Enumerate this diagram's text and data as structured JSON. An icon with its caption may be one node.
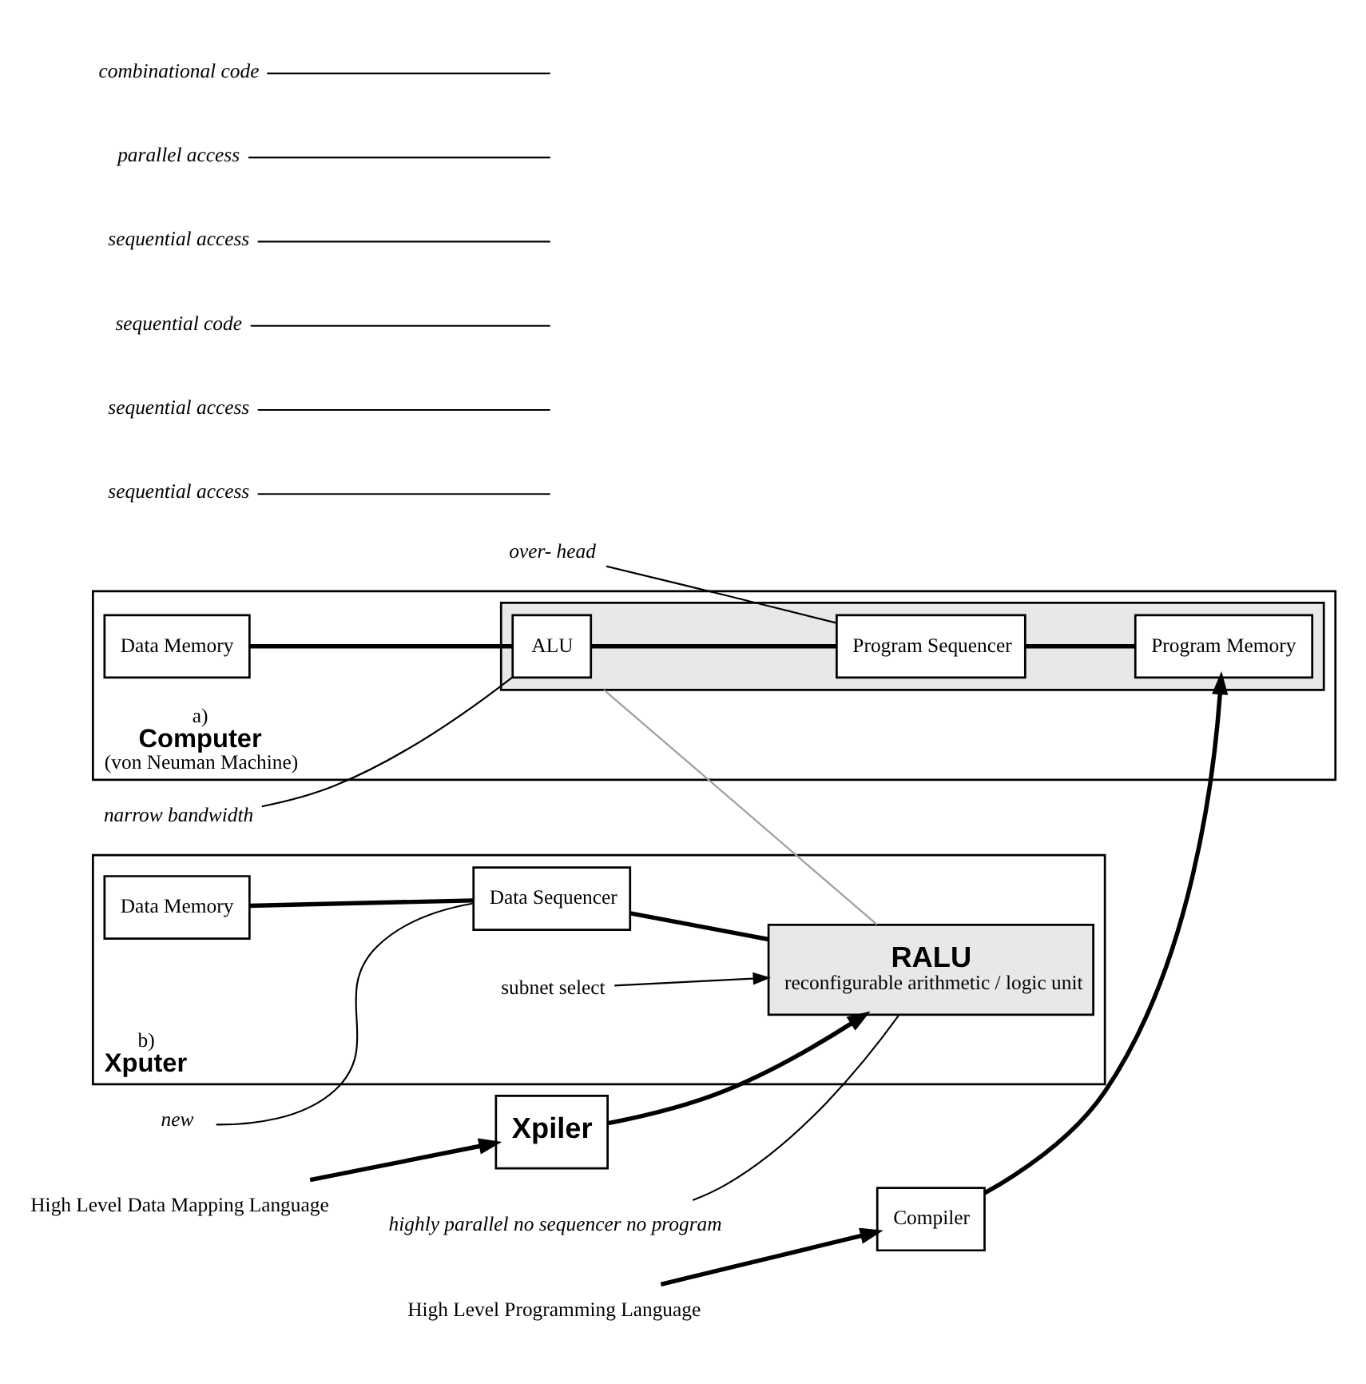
{
  "diagram": {
    "nodes": [
      {
        "text": [
          "a)",
          "Computer",
          "(von Neuman Machine)"
        ]
      },
      {
        "text": [
          "Data Memory"
        ],
        "in": 0
      },
      {
        "text": [],
        "shape": "box",
        "in": 0
      },
      {
        "text": [
          "ALU"
        ],
        "in": 2
      },
      {
        "text": [
          "Program Sequencer"
        ],
        "in": 2
      },
      {
        "text": [
          "Program Memory"
        ],
        "in": 2
      },
      {
        "text": [
          "Compiler"
        ]
      },
      {
        "text": [
          "High Level Programming Language"
        ]
      },
      {
        "text": [
          "sequential access"
        ]
      },
      {
        "text": [
          "narrow bandwidth"
        ]
      },
      {
        "text": [
          "over- head"
        ]
      },
      {
        "text": [
          "sequential access"
        ]
      },
      {
        "text": [
          "sequential code"
        ]
      },
      {
        "text": [
          "b)",
          "Xputer"
        ]
      },
      {
        "text": [
          "Data Memory"
        ],
        "in": 13
      },
      {
        "text": [
          "Data Sequencer"
        ],
        "in": 13
      },
      {
        "text": [
          "RALU",
          "reconfigurable arithmetic / logic unit"
        ],
        "in": 13
      },
      {
        "text": [
          "Xpiler"
        ]
      },
      {
        "text": [
          "High Level Data Mapping Language"
        ]
      },
      {
        "text": [
          "subnet select"
        ],
        "in": 13
      },
      {
        "text": [
          "sequential access"
        ]
      },
      {
        "text": [
          "new"
        ]
      },
      {
        "text": [
          "parallel access"
        ]
      },
      {
        "text": [
          "highly parallel no sequencer no program"
        ]
      },
      {
        "text": [
          "combinational code"
        ]
      }
    ],
    "edges": [
      {
        "from": 1,
        "to": 3,
        "arrow": "none",
        "style": "thick"
      },
      {
        "from": 3,
        "to": 4,
        "arrow": "none",
        "style": "thick"
      },
      {
        "from": 4,
        "to": 5,
        "arrow": "none",
        "style": "thick"
      },
      {
        "from": 6,
        "to": 5,
        "arrow": "to",
        "style": "thick"
      },
      {
        "from": 7,
        "to": 6,
        "arrow": "to",
        "style": "thick"
      },
      {
        "from": 8,
        "to": null,
        "arrow": "none"
      },
      {
        "from": 9,
        "to": 3,
        "arrow": "none"
      },
      {
        "from": 10,
        "to": 4,
        "arrow": "none"
      },
      {
        "from": 11,
        "to": null,
        "arrow": "none"
      },
      {
        "from": 12,
        "to": null,
        "arrow": "none"
      },
      {
        "from": 2,
        "to": 16,
        "arrow": "none",
        "color": "#a0a0a0"
      },
      {
        "from": 14,
        "to": 15,
        "arrow": "none",
        "style": "thick"
      },
      {
        "from": 15,
        "to": 16,
        "arrow": "none",
        "style": "thick"
      },
      {
        "from": 17,
        "to": 16,
        "arrow": "to",
        "style": "thick"
      },
      {
        "from": 18,
        "to": 17,
        "arrow": "to",
        "style": "thick"
      },
      {
        "from": 19,
        "to": 16,
        "arrow": "to"
      },
      {
        "from": 20,
        "to": null,
        "arrow": "none"
      },
      {
        "from": 21,
        "to": 15,
        "arrow": "none"
      },
      {
        "from": 22,
        "to": null,
        "arrow": "none"
      },
      {
        "from": 23,
        "to": 16,
        "arrow": "none"
      },
      {
        "from": 24,
        "to": null,
        "arrow": "none"
      }
    ]
  }
}
